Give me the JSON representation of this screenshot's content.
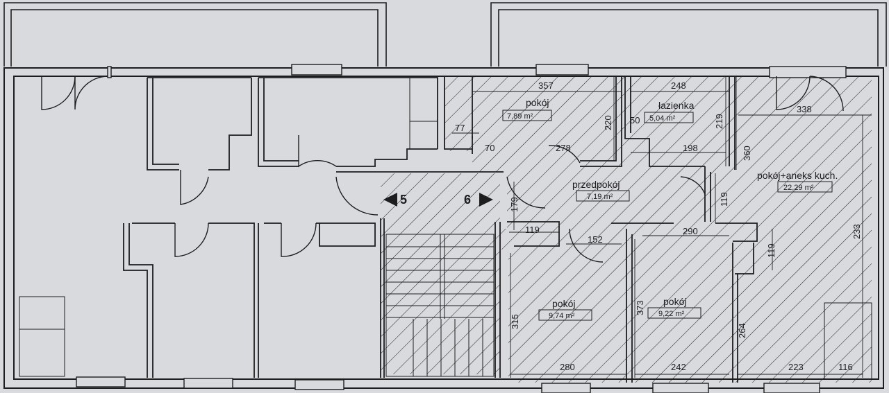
{
  "rooms": {
    "pokoj_top": {
      "name": "pokój",
      "area": "7,89 m²"
    },
    "lazienka": {
      "name": "łazienka",
      "area": "5,04 m²"
    },
    "przedpokoj": {
      "name": "przedpokój",
      "area": "7,19 m²"
    },
    "pokoj_aneks": {
      "name": "pokój+aneks kuch.",
      "area": "22,29 m²"
    },
    "pokoj_left": {
      "name": "pokój",
      "area": "9,74 m²"
    },
    "pokoj_right": {
      "name": "pokój",
      "area": "9,22 m²"
    }
  },
  "dimensions": {
    "d357": "357",
    "d248": "248",
    "d338": "338",
    "d220": "220",
    "d219": "219",
    "d360": "360",
    "d77": "77",
    "d70": "70",
    "d278": "278",
    "d50": "50",
    "d198": "198",
    "d179": "179",
    "d119a": "119",
    "d152": "152",
    "d290": "290",
    "d119b": "119",
    "d119c": "119",
    "d233": "233",
    "d315": "315",
    "d373": "373",
    "d264": "264",
    "d280": "280",
    "d242": "242",
    "d223": "223",
    "d116": "116"
  },
  "section_marks": {
    "left": "5",
    "right": "6"
  },
  "colors": {
    "paper": "#d9dade",
    "ink": "#1d1d1f",
    "hatch": "#2a2a2c"
  }
}
